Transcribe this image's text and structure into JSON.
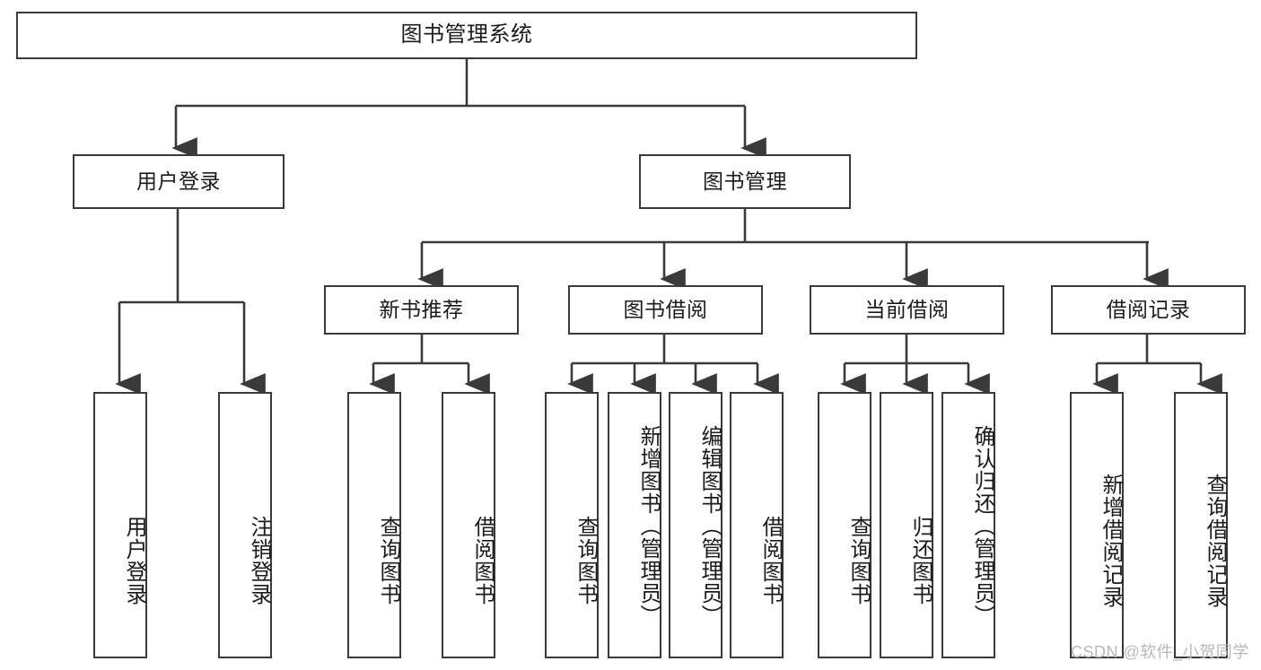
{
  "diagram": {
    "title": "图书管理系统",
    "type": "tree-hierarchy-diagram",
    "root": {
      "id": "root",
      "label": "图书管理系统"
    },
    "level2": [
      {
        "id": "user-login",
        "label": "用户登录"
      },
      {
        "id": "book-management",
        "label": "图书管理"
      }
    ],
    "level3": [
      {
        "id": "new-book-recommend",
        "label": "新书推荐"
      },
      {
        "id": "book-borrow",
        "label": "图书借阅"
      },
      {
        "id": "current-borrow",
        "label": "当前借阅"
      },
      {
        "id": "borrow-record",
        "label": "借阅记录"
      }
    ],
    "leaves": {
      "user_login": [
        {
          "id": "leaf-user-login",
          "label": "用户登录"
        },
        {
          "id": "leaf-logout-login",
          "label": "注销登录"
        }
      ],
      "new_book_recommend": [
        {
          "id": "leaf-query-book-1",
          "label": "查询图书"
        },
        {
          "id": "leaf-borrow-book-1",
          "label": "借阅图书"
        }
      ],
      "book_borrow": [
        {
          "id": "leaf-query-book-2",
          "label": "查询图书"
        },
        {
          "id": "leaf-add-book-admin",
          "label": "新增图书（管理员）"
        },
        {
          "id": "leaf-edit-book-admin",
          "label": "编辑图书（管理员）"
        },
        {
          "id": "leaf-borrow-book-2",
          "label": "借阅图书"
        }
      ],
      "current_borrow": [
        {
          "id": "leaf-query-book-3",
          "label": "查询图书"
        },
        {
          "id": "leaf-return-book",
          "label": "归还图书"
        },
        {
          "id": "leaf-confirm-return-admin",
          "label": "确认归还（管理员）"
        }
      ],
      "borrow_record": [
        {
          "id": "leaf-add-borrow-record",
          "label": "新增借阅记录"
        },
        {
          "id": "leaf-query-borrow-record",
          "label": "查询借阅记录"
        }
      ]
    }
  },
  "watermark": {
    "text": "CSDN @软件_小贺同学"
  },
  "colors": {
    "stroke": "#3a3a3a",
    "background": "#ffffff",
    "text": "#1b1b1b",
    "watermark": "#b8b8b8"
  }
}
